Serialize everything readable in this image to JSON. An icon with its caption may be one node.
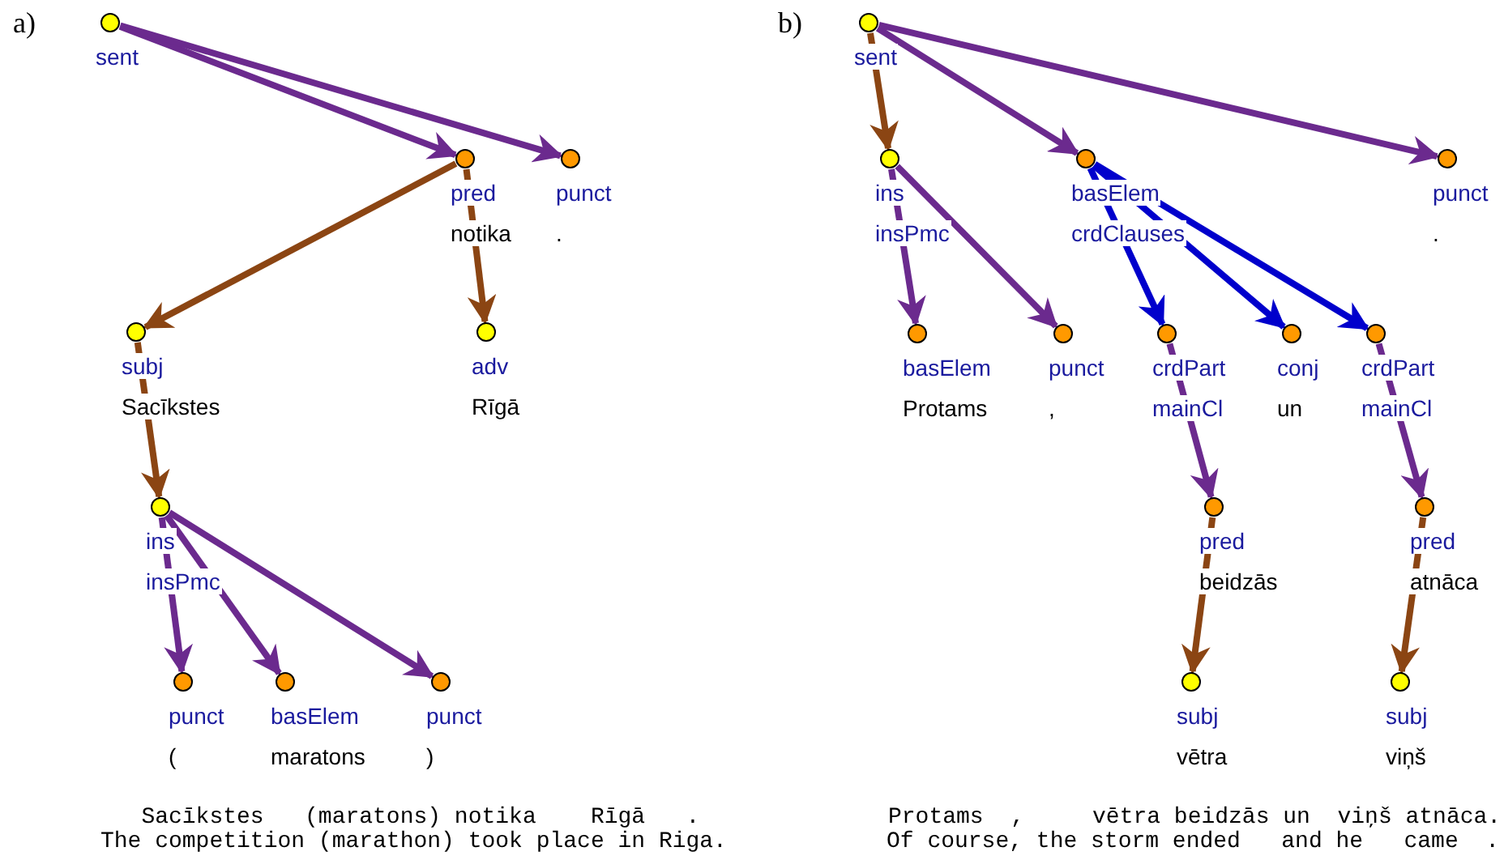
{
  "diagram": {
    "nodes": [
      {
        "text": [
          "sent"
        ]
      },
      {
        "text": [
          "pred",
          "notika"
        ]
      },
      {
        "text": [
          "punct",
          "."
        ]
      },
      {
        "text": [
          "subj",
          "Sacīkstes"
        ]
      },
      {
        "text": [
          "adv",
          "Rīgā"
        ]
      },
      {
        "text": [
          "ins",
          "insPmc"
        ]
      },
      {
        "text": [
          "punct",
          "("
        ]
      },
      {
        "text": [
          "basElem",
          "maratons"
        ]
      },
      {
        "text": [
          "punct",
          ")"
        ]
      },
      {
        "text": [
          "sent"
        ]
      },
      {
        "text": [
          "ins",
          "insPmc"
        ]
      },
      {
        "text": [
          "basElem",
          "crdClauses"
        ]
      },
      {
        "text": [
          "punct",
          "."
        ]
      },
      {
        "text": [
          "basElem",
          "Protams"
        ]
      },
      {
        "text": [
          "punct",
          ","
        ]
      },
      {
        "text": [
          "crdPart",
          "mainCl"
        ]
      },
      {
        "text": [
          "conj",
          "un"
        ]
      },
      {
        "text": [
          "crdPart",
          "mainCl"
        ]
      },
      {
        "text": [
          "pred",
          "beidzās"
        ]
      },
      {
        "text": [
          "pred",
          "atnāca"
        ]
      },
      {
        "text": [
          "subj",
          "vētra"
        ]
      },
      {
        "text": [
          "subj",
          "viņš"
        ]
      }
    ],
    "edges": [
      {
        "from": 0,
        "to": 1,
        "arrow": "to"
      },
      {
        "from": 0,
        "to": 2,
        "arrow": "to"
      },
      {
        "from": 1,
        "to": 3,
        "arrow": "to",
        "color": "#8b4513"
      },
      {
        "from": 1,
        "to": 4,
        "arrow": "to",
        "color": "#8b4513"
      },
      {
        "from": 3,
        "to": 5,
        "arrow": "to",
        "color": "#8b4513"
      },
      {
        "from": 5,
        "to": 6,
        "arrow": "to"
      },
      {
        "from": 5,
        "to": 7,
        "arrow": "to"
      },
      {
        "from": 5,
        "to": 8,
        "arrow": "to"
      },
      {
        "from": 9,
        "to": 10,
        "arrow": "to",
        "color": "#8b4513"
      },
      {
        "from": 9,
        "to": 11,
        "arrow": "to"
      },
      {
        "from": 9,
        "to": 12,
        "arrow": "to"
      },
      {
        "from": 10,
        "to": 13,
        "arrow": "to"
      },
      {
        "from": 10,
        "to": 14,
        "arrow": "to"
      },
      {
        "from": 11,
        "to": 15,
        "arrow": "to",
        "color": "#0000cc"
      },
      {
        "from": 11,
        "to": 16,
        "arrow": "to",
        "color": "#0000cc"
      },
      {
        "from": 11,
        "to": 17,
        "arrow": "to",
        "color": "#0000cc"
      },
      {
        "from": 15,
        "to": 18,
        "arrow": "to"
      },
      {
        "from": 17,
        "to": 19,
        "arrow": "to"
      },
      {
        "from": 18,
        "to": 20,
        "arrow": "to",
        "color": "#8b4513"
      },
      {
        "from": 19,
        "to": 21,
        "arrow": "to",
        "color": "#8b4513"
      }
    ],
    "labels": [
      "a)",
      "b)",
      "   Sacīkstes   (maratons) notika    Rīgā   .",
      "The competition (marathon) took place in Riga.",
      "Protams  ,     vētra beidzās un  viņš atnāca.",
      "Of course, the storm ended   and he   came  ."
    ]
  }
}
